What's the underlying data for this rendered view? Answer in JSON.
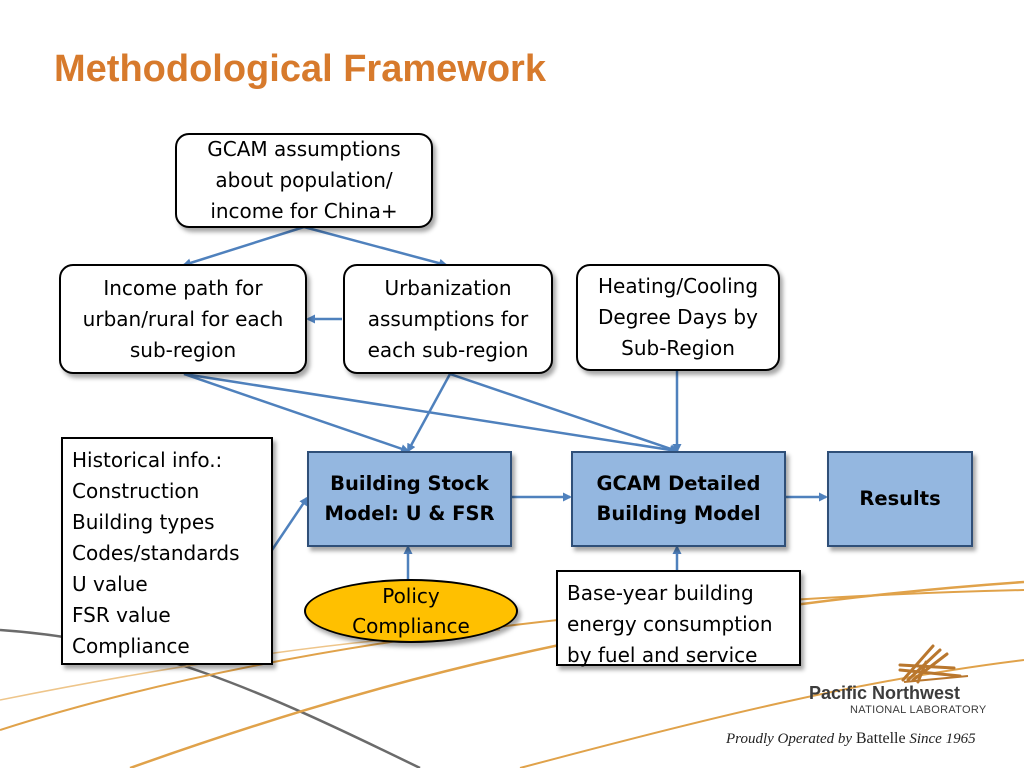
{
  "slide": {
    "title": "Methodological Framework"
  },
  "diagram": {
    "gcam_assumptions": "GCAM assumptions\nabout population/\nincome for China+",
    "income_path": "Income path for\nurban/rural for each\nsub-region",
    "urbanization": "Urbanization\nassumptions for\neach sub-region",
    "heating_cooling": "Heating/Cooling\nDegree Days by\nSub-Region",
    "historical_info": "Historical info.:\nConstruction\nBuilding types\nCodes/standards\nU value\nFSR value\nCompliance",
    "building_stock": "Building Stock\nModel: U & FSR",
    "gcam_detailed": "GCAM Detailed\nBuilding Model",
    "results": "Results",
    "policy": "Policy\nCompliance",
    "base_year": "Base-year building\nenergy consumption\nby fuel and service"
  },
  "footer": {
    "logo_name": "Pacific Northwest",
    "logo_sub": "NATIONAL LABORATORY",
    "tagline_prefix": "Proudly Operated by ",
    "tagline_brand": "Battelle",
    "tagline_suffix": " Since 1965"
  },
  "colors": {
    "title": "#d77a2c",
    "arrow": "#4f81bd",
    "blue_box": "#94b7e0",
    "policy_fill": "#ffc000",
    "deco_orange": "#e0a24a",
    "deco_gray": "#6b6b6b"
  }
}
